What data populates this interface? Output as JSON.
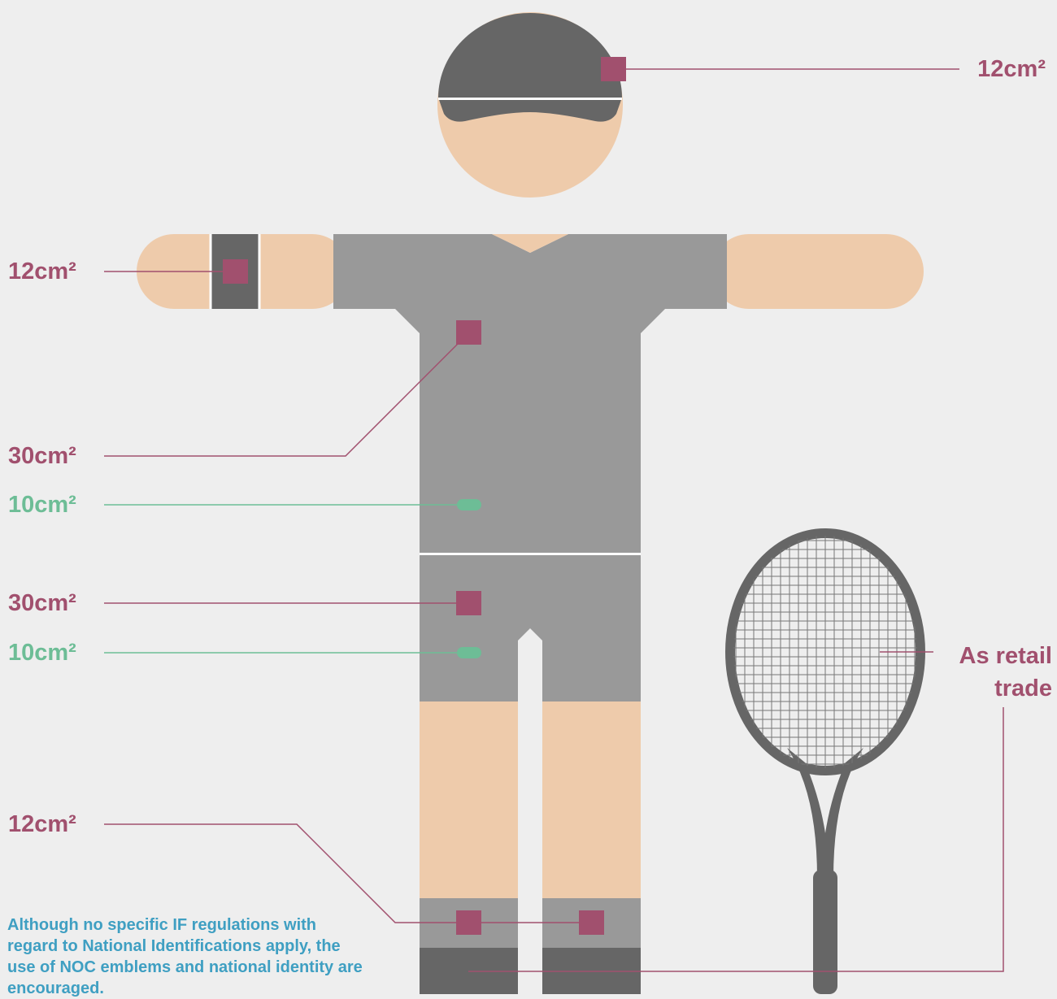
{
  "colors": {
    "background": "#eeeeee",
    "skin": "#eecbab",
    "clothing": "#999999",
    "dark_gray": "#666666",
    "logo_marker": "#a1506e",
    "national_marker": "#6dbd96",
    "note_text": "#3f9fc2"
  },
  "labels": {
    "headwear": "12cm²",
    "wristband": "12cm²",
    "shirt_manufacturer": "30cm²",
    "shirt_national": "10cm²",
    "shorts_manufacturer": "30cm²",
    "shorts_national": "10cm²",
    "socks": "12cm²",
    "racquet_line1": "As retail",
    "racquet_line2": "trade"
  },
  "note": "Although no specific IF regulations with regard to National Identifications apply, the use of NOC emblems and national identity are encouraged."
}
